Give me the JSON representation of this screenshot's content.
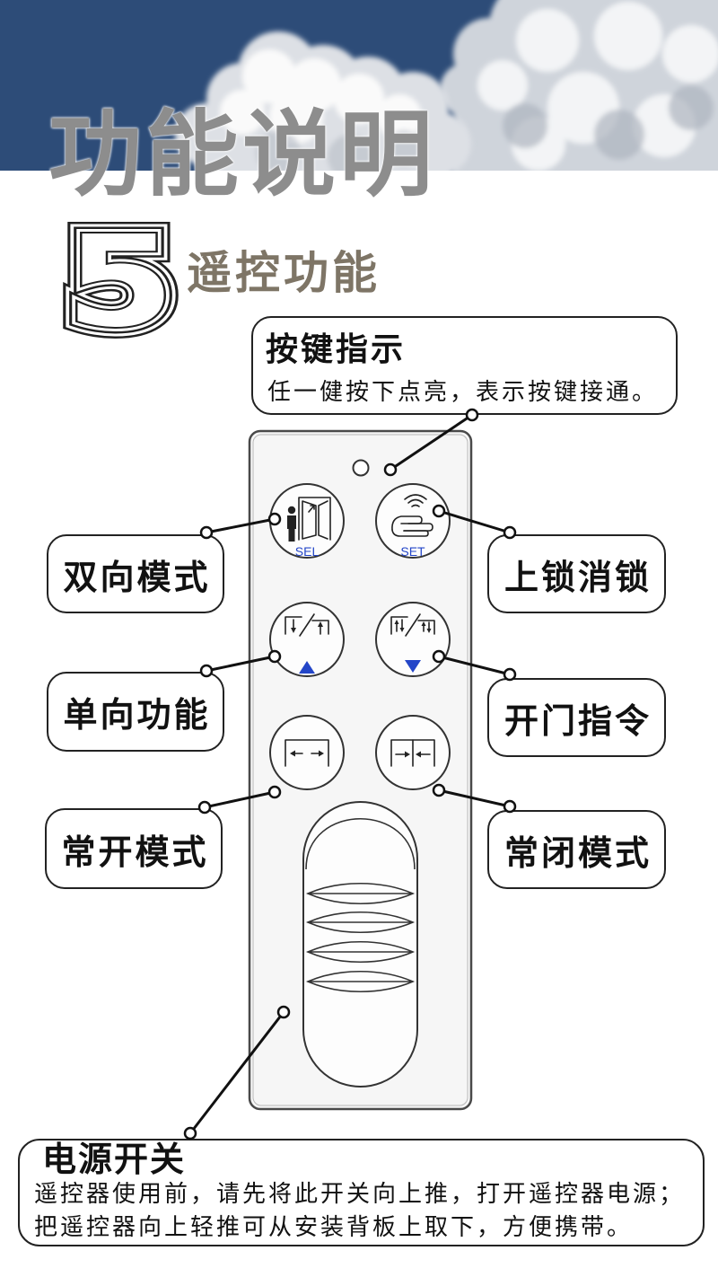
{
  "header": {
    "title": "功能说明",
    "section_number": "5",
    "section_title": "遥控功能"
  },
  "callouts": {
    "indicator": {
      "title": "按键指示",
      "desc": "任一健按下点亮，表示按键接通。"
    },
    "bidirectional": "双向模式",
    "lock": "上锁消锁",
    "unidirectional": "单向功能",
    "open_command": "开门指令",
    "always_open": "常开模式",
    "always_closed": "常闭模式",
    "power": {
      "title": "电源开关",
      "lines": [
        "遥控器使用前，请先将此开关向上推，打开遥控器电源；",
        "把遥控器向上轻推可从安装背板上取下，方便携带。"
      ]
    }
  },
  "remote": {
    "sel_label": "SEL",
    "set_label": "SET",
    "icons": [
      "led-indicator-icon",
      "door-person-icon",
      "hand-signal-icon",
      "single-door-arrows-icon",
      "up-triangle-icon",
      "double-door-arrows-icon",
      "down-triangle-icon",
      "arrows-outward-icon",
      "arrows-inward-icon",
      "slide-switch-icon"
    ]
  },
  "colors": {
    "banner_blue": "#2d4c78",
    "accent_blue": "#2446c8",
    "title_gray": "#8d8d8d",
    "subtitle_brown": "#7e7566",
    "outline": "#222222"
  }
}
